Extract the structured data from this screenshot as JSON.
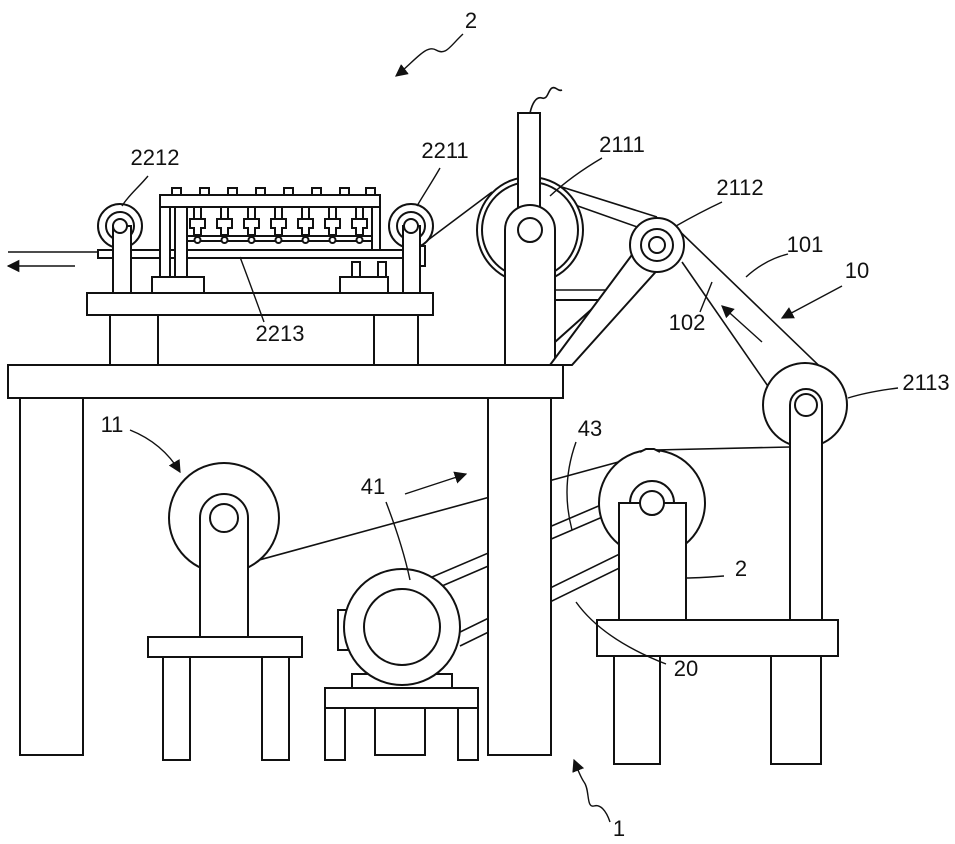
{
  "labels": [
    "2",
    "2212",
    "2211",
    "2111",
    "2112",
    "101",
    "10",
    "102",
    "2113",
    "2213",
    "11",
    "43",
    "41",
    "2",
    "20",
    "1"
  ],
  "colors": {
    "line": "#111111",
    "background": "#ffffff"
  }
}
